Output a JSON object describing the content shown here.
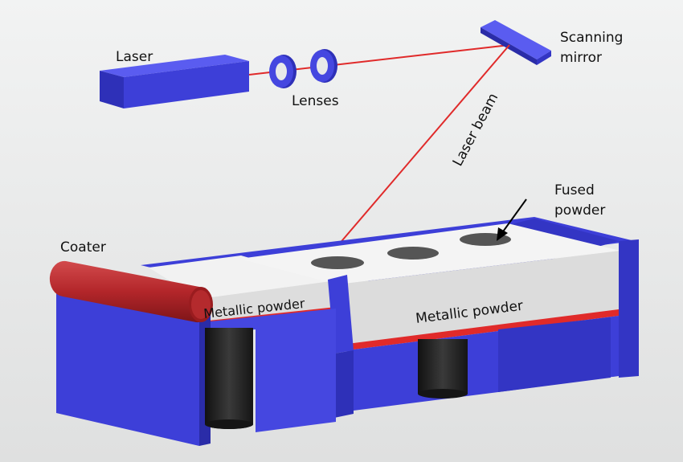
{
  "labels": {
    "laser": "Laser",
    "lenses": "Lenses",
    "scanning_mirror_line1": "Scanning",
    "scanning_mirror_line2": "mirror",
    "laser_beam": "Laser beam",
    "fused_powder_line1": "Fused",
    "fused_powder_line2": "powder",
    "coater": "Coater",
    "metallic_powder_left": "Metallic powder",
    "metallic_powder_right": "Metallic powder"
  },
  "colors": {
    "background": "#e8e9e9",
    "blue": "#3d3fd8",
    "blue_dark": "#2a2ca8",
    "blue_side": "#3335c4",
    "beam": "#e02a2a",
    "powder_top": "#f4f4f4",
    "powder_front": "#dcdcdc",
    "coater": "#b3262a",
    "piston": "#1f1f1f",
    "fused": "#555555"
  }
}
